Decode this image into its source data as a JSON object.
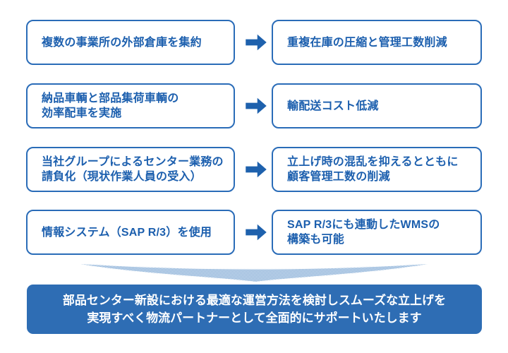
{
  "diagram": {
    "rows": [
      {
        "left_lines": [
          "複数の事業所の外部倉庫を集約"
        ],
        "right_lines": [
          "重複在庫の圧縮と管理工数削減"
        ]
      },
      {
        "left_lines": [
          "納品車輌と部品集荷車輌の",
          "効率配車を実施"
        ],
        "right_lines": [
          "輸配送コスト低減"
        ]
      },
      {
        "left_lines": [
          "当社グループによるセンター業務の",
          "請負化（現状作業人員の受入）"
        ],
        "right_lines": [
          "立上げ時の混乱を抑えるとともに",
          "顧客管理工数の削減"
        ]
      },
      {
        "left_lines": [
          "情報システム（SAP R/3）を使用"
        ],
        "right_lines": [
          "SAP R/3にも連動したWMSの",
          "構築も可能"
        ]
      }
    ],
    "banner": {
      "lines": [
        "部品センター新設における最適な運営方法を検討しスムーズな立上げを",
        "実現すべく物流パートナーとして全面的にサポートいたします"
      ]
    },
    "colors": {
      "box_border": "#2a6cb8",
      "box_text": "#1c5fae",
      "arrow": "#1e61ad",
      "funnel_dot": "#5e92c9",
      "banner_bg": "#2e6db4",
      "banner_text": "#ffffff"
    }
  }
}
